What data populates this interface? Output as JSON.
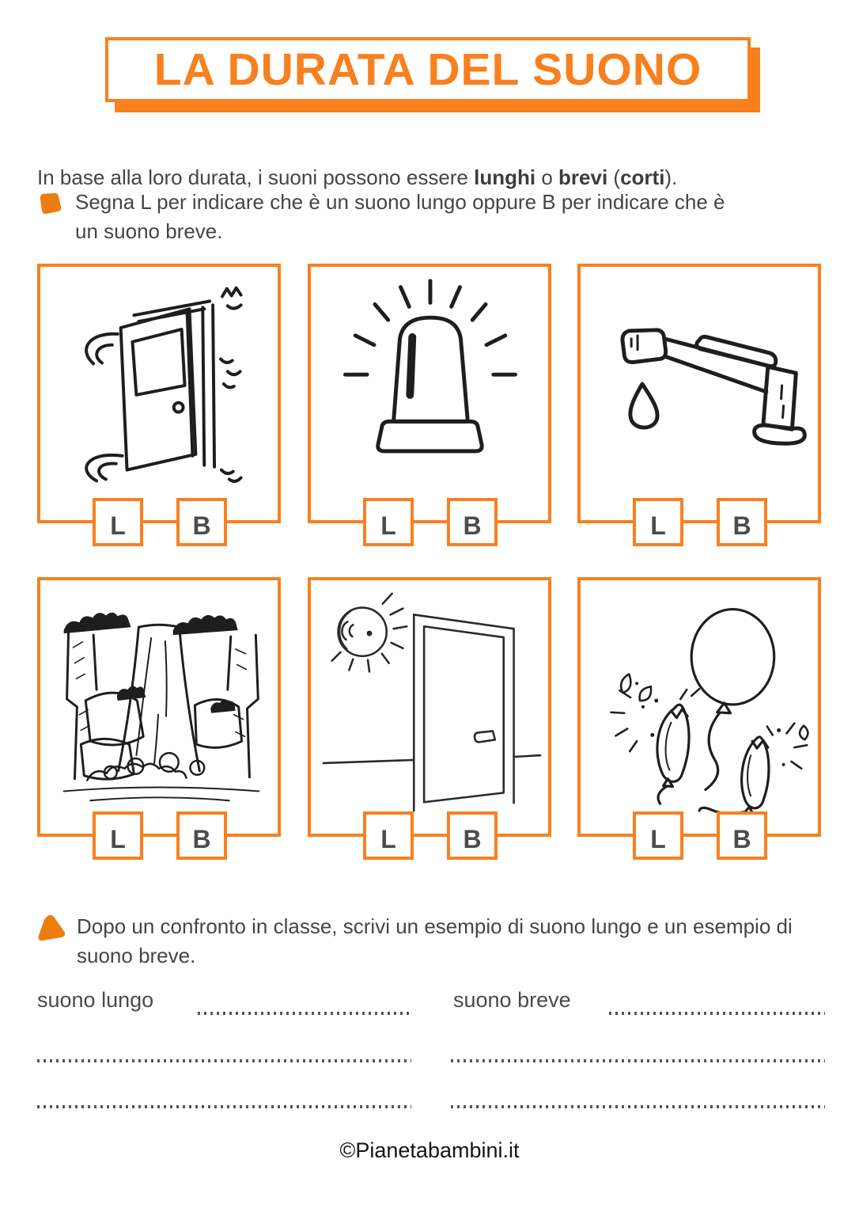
{
  "colors": {
    "accent": "#F8801F",
    "bullet": "#ED7D11",
    "body_text": "#454545",
    "ink": "#1e1e1e"
  },
  "title": "LA DURATA DEL SUONO",
  "intro": {
    "t1": "In base alla loro durata, i suoni possono essere ",
    "b1": "lunghi",
    "t2": " o ",
    "b2": "brevi",
    "t3": " (",
    "b3": "corti",
    "t4": ")."
  },
  "task1": {
    "text": "Segna L per indicare che è un suono lungo oppure B per indicare che è un suono breve."
  },
  "task2": {
    "text": "Dopo un confronto in classe, scrivi un esempio di suono lungo e un esempio di suono breve."
  },
  "choices": {
    "long": "L",
    "short": "B"
  },
  "drawings": [
    "slamming-door",
    "alarm-siren",
    "dripping-faucet",
    "waterfall",
    "doorbell-and-door",
    "popping-balloons"
  ],
  "answers": {
    "long_label": "suono lungo",
    "short_label": "suono breve"
  },
  "footer": "©Pianetabambini.it"
}
